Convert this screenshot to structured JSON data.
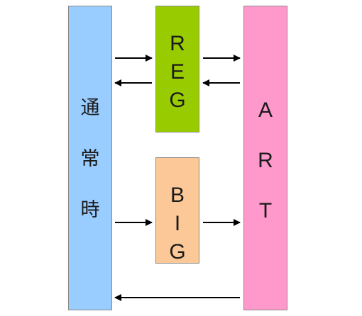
{
  "normal": {
    "label_chars": [
      "通",
      "常",
      "時"
    ],
    "color": "#99ccff"
  },
  "reg": {
    "label_chars": [
      "R",
      "E",
      "G"
    ],
    "color": "#99cc00"
  },
  "big": {
    "label_chars": [
      "B",
      "I",
      "G"
    ],
    "color": "#fcc897"
  },
  "art": {
    "label_chars": [
      "A",
      "R",
      "T"
    ],
    "color": "#ff99cc"
  },
  "arrow_color": "#000000"
}
